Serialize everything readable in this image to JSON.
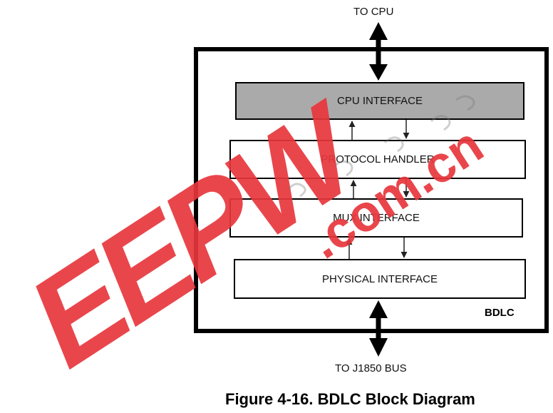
{
  "diagram": {
    "top_label": "TO CPU",
    "bottom_label": "TO J1850 BUS",
    "container_label": "BDLC",
    "blocks": [
      {
        "label": "CPU INTERFACE",
        "shaded": true,
        "fill": "#aaaaaa"
      },
      {
        "label": "PROTOCOL HANDLER",
        "shaded": false,
        "fill": "#ffffff"
      },
      {
        "label": "MUX INTERFACE",
        "shaded": false,
        "fill": "#ffffff"
      },
      {
        "label": "PHYSICAL INTERFACE",
        "shaded": false,
        "fill": "#ffffff"
      }
    ],
    "caption": "Figure 4-16. BDLC Block Diagram"
  },
  "watermark": {
    "text": "EEPW",
    "domain": ".com.cn",
    "color": "#e8373d"
  }
}
